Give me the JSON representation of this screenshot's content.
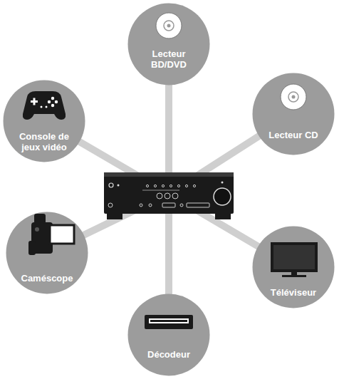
{
  "diagram": {
    "nodes": [
      {
        "text": [
          "Lecteur BD/DVD"
        ]
      },
      {
        "text": [
          "Console de jeux vidéo"
        ]
      },
      {
        "text": [
          "Lecteur CD"
        ]
      },
      {
        "text": [
          "Caméscope"
        ]
      },
      {
        "text": [
          "Téléviseur"
        ]
      },
      {
        "text": [
          "Décodeur"
        ]
      }
    ]
  }
}
